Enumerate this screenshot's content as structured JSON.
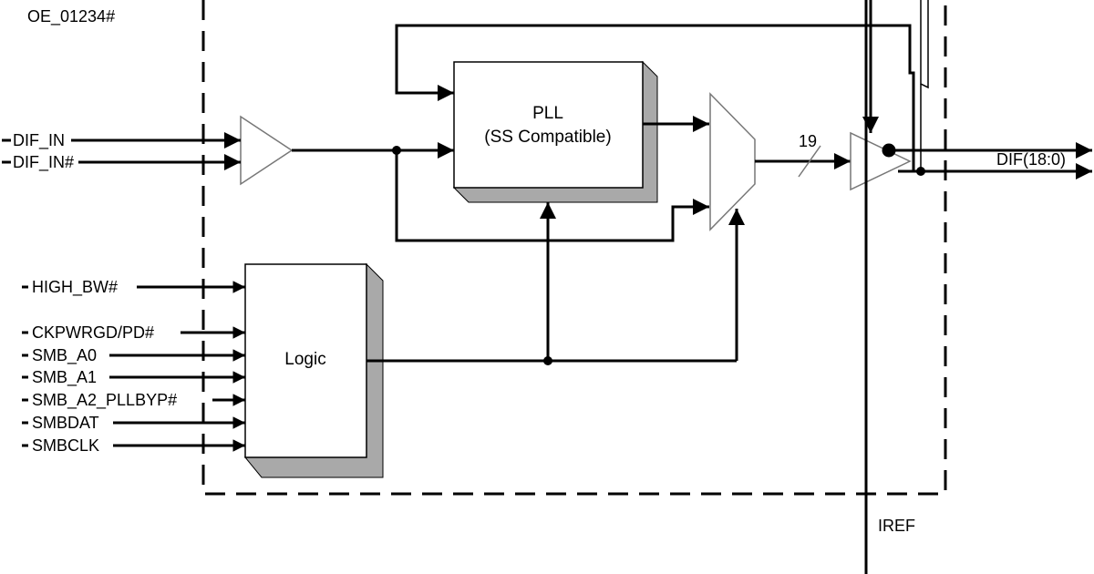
{
  "diagram": {
    "top_label": "OE_01234#",
    "inputs": {
      "dif_in": "DIF_IN",
      "dif_in_n": "DIF_IN#",
      "high_bw": "HIGH_BW#",
      "ckpwrgd": "CKPWRGD/PD#",
      "smb_a0": "SMB_A0",
      "smb_a1": "SMB_A1",
      "smb_a2": "SMB_A2_PLLBYP#",
      "smbdat": "SMBDAT",
      "smbclk": "SMBCLK"
    },
    "pll": {
      "line1": "PLL",
      "line2": "(SS Compatible)"
    },
    "logic": "Logic",
    "bus_width": "19",
    "output": "DIF(18:0)",
    "iref": "IREF"
  }
}
